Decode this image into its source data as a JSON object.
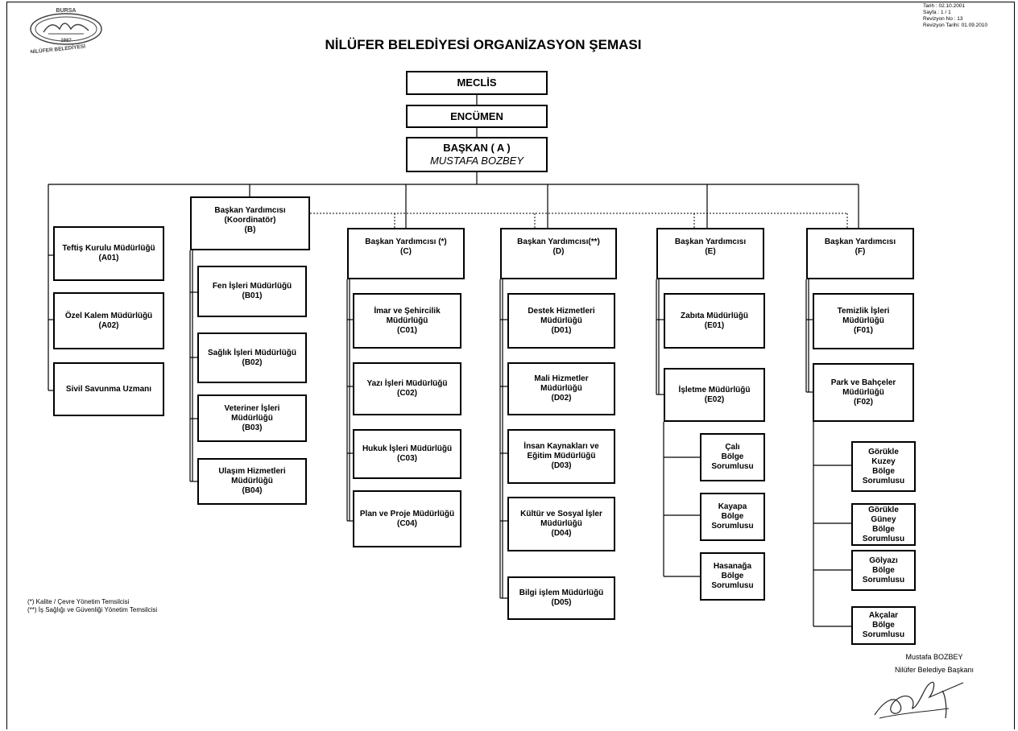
{
  "header": {
    "title": "NİLÜFER BELEDİYESİ ORGANİZASYON ŞEMASI",
    "meta": [
      "Tarih : 02.10.2001",
      "Sayfa : 1 / 1",
      "Revizyon No : 13",
      "Revizyon Tarihi: 01.09.2010"
    ]
  },
  "logo": {
    "top_text": "BURSA",
    "year": "1987",
    "bottom_text": "NİLÜFER BELEDİYESİ"
  },
  "top": {
    "meclis": "MECLİS",
    "encumen": "ENCÜMEN",
    "baskan_title": "BAŞKAN ( A )",
    "baskan_name": "MUSTAFA BOZBEY"
  },
  "columns": {
    "a": {
      "units": [
        {
          "name": "Teftiş Kurulu Müdürlüğü",
          "code": "(A01)"
        },
        {
          "name": "Özel Kalem Müdürlüğü",
          "code": "(A02)"
        },
        {
          "name": "Sivil Savunma Uzmanı",
          "code": ""
        }
      ]
    },
    "b": {
      "head": {
        "name": "Başkan Yardımcısı\n(Koordinatör)",
        "code": "(B)"
      },
      "units": [
        {
          "name": "Fen İşleri Müdürlüğü",
          "code": "(B01)"
        },
        {
          "name": "Sağlık İşleri Müdürlüğü",
          "code": "(B02)"
        },
        {
          "name": "Veteriner İşleri\nMüdürlüğü",
          "code": "(B03)"
        },
        {
          "name": "Ulaşım Hizmetleri\nMüdürlüğü",
          "code": "(B04)"
        }
      ]
    },
    "c": {
      "head": {
        "name": "Başkan Yardımcısı (*)",
        "code": "(C)"
      },
      "units": [
        {
          "name": "İmar ve Şehircilik\nMüdürlüğü",
          "code": "(C01)"
        },
        {
          "name": "Yazı İşleri Müdürlüğü",
          "code": "(C02)"
        },
        {
          "name": "Hukuk İşleri Müdürlüğü",
          "code": "(C03)"
        },
        {
          "name": "Plan ve Proje Müdürlüğü",
          "code": "(C04)"
        }
      ]
    },
    "d": {
      "head": {
        "name": "Başkan Yardımcısı(**)",
        "code": "(D)"
      },
      "units": [
        {
          "name": "Destek Hizmetleri\nMüdürlüğü",
          "code": "(D01)"
        },
        {
          "name": "Mali Hizmetler\nMüdürlüğü",
          "code": "(D02)"
        },
        {
          "name": "İnsan Kaynakları ve\nEğitim Müdürlüğü",
          "code": "(D03)"
        },
        {
          "name": "Kültür ve Sosyal İşler\nMüdürlüğü",
          "code": "(D04)"
        },
        {
          "name": "Bilgi işlem Müdürlüğü",
          "code": "(D05)"
        }
      ]
    },
    "e": {
      "head": {
        "name": "Başkan Yardımcısı",
        "code": "(E)"
      },
      "units": [
        {
          "name": "Zabıta Müdürlüğü",
          "code": "(E01)"
        },
        {
          "name": "İşletme Müdürlüğü",
          "code": "(E02)"
        }
      ],
      "regions": [
        "Çalı\nBölge\nSorumlusu",
        "Kayapa\nBölge\nSorumlusu",
        "Hasanağa\nBölge\nSorumlusu"
      ]
    },
    "f": {
      "head": {
        "name": "Başkan Yardımcısı",
        "code": "(F)"
      },
      "units": [
        {
          "name": "Temizlik İşleri\nMüdürlüğü",
          "code": "(F01)"
        },
        {
          "name": "Park ve Bahçeler\nMüdürlüğü",
          "code": "(F02)"
        }
      ],
      "regions": [
        "Görükle Kuzey\nBölge\nSorumlusu",
        "Görükle\nGüney\nBölge\nSorumlusu",
        "Gölyazı\nBölge\nSorumlusu",
        "Akçalar\nBölge\nSorumlusu"
      ]
    }
  },
  "notes": [
    "(*) Kalite / Çevre Yönetim Temsilcisi",
    "(**) İş Sağlığı ve Güvenliği Yönetim Temsilcisi"
  ],
  "signature": {
    "name": "Mustafa BOZBEY",
    "role": "Nilüfer Belediye Başkanı"
  }
}
